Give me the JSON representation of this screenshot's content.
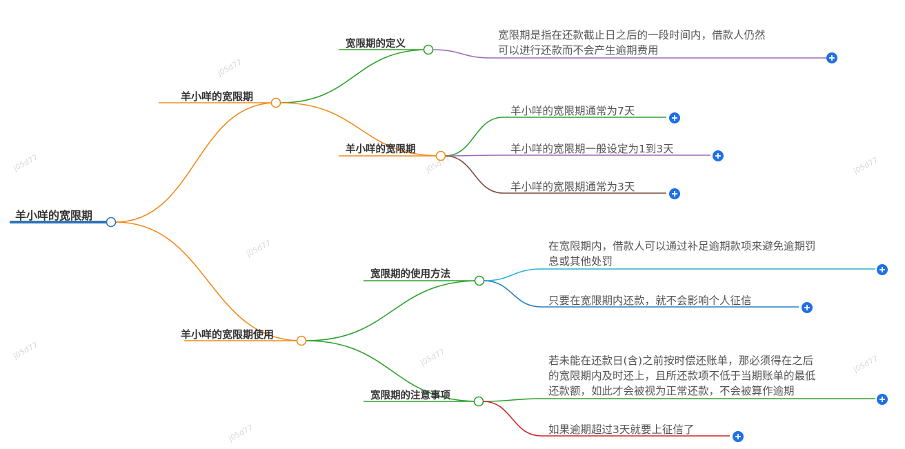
{
  "mindmap": {
    "root": {
      "label": "羊小咩的宽限期"
    },
    "branches": [
      {
        "label": "羊小咩的宽限期",
        "children": [
          {
            "label": "宽限期的定义",
            "leaves": [
              {
                "lines": [
                  "宽限期是指在还款截止日之后的一段时间内，借款人仍然",
                  "可以进行还款而不会产生逾期费用"
                ]
              }
            ]
          },
          {
            "label": "羊小咩的宽限期",
            "leaves": [
              {
                "lines": [
                  "羊小咩的宽限期通常为7天"
                ]
              },
              {
                "lines": [
                  "羊小咩的宽限期一般设定为1到3天"
                ]
              },
              {
                "lines": [
                  "羊小咩的宽限期通常为3天"
                ]
              }
            ]
          }
        ]
      },
      {
        "label": "羊小咩的宽限期使用",
        "children": [
          {
            "label": "宽限期的使用方法",
            "leaves": [
              {
                "lines": [
                  "在宽限期内，借款人可以通过补足逾期款项来避免逾期罚",
                  "息或其他处罚"
                ]
              },
              {
                "lines": [
                  "只要在宽限期内还款，就不会影响个人征信"
                ]
              }
            ]
          },
          {
            "label": "宽限期的注意事项",
            "leaves": [
              {
                "lines": [
                  "若未能在还款日(含)之前按时偿还账单，那必须得在之后",
                  "的宽限期内及时还上，且所还款项不低于当期账单的最低",
                  "还款额，如此才会被视为正常还款，不会被算作逾期"
                ]
              },
              {
                "lines": [
                  "如果逾期超过3天就要上征信了"
                ]
              }
            ]
          }
        ]
      }
    ]
  },
  "colors": {
    "root": "#2e75b6",
    "branch": "#f08c1e",
    "child_green": "#2ea12e",
    "purple": "#9b6bb8",
    "brown": "#7a4e3e",
    "cyan": "#28b4d4",
    "blue": "#2a7fc0",
    "red": "#cc2929",
    "expand": "#1f6fe5"
  },
  "watermark": "j05d77"
}
